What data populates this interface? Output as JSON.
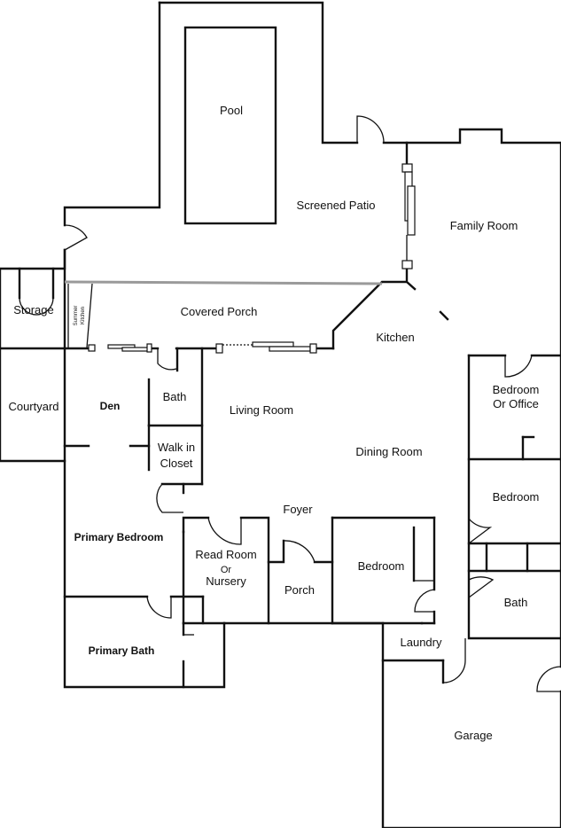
{
  "rooms": {
    "pool": "Pool",
    "screened_patio": "Screened Patio",
    "family_room": "Family Room",
    "storage": "Storage",
    "summer_kitchen": [
      "Summer",
      "Kitchen"
    ],
    "covered_porch": "Covered Porch",
    "kitchen": "Kitchen",
    "courtyard": "Courtyard",
    "den": "Den",
    "bath_den": "Bath",
    "living_room": "Living Room",
    "bedroom_office": [
      "Bedroom",
      "Or Office"
    ],
    "walk_in_closet": [
      "Walk in",
      "Closet"
    ],
    "dining_room": "Dining Room",
    "bedroom_right": "Bedroom",
    "foyer": "Foyer",
    "primary_bedroom": "Primary Bedroom",
    "read_room": [
      "Read Room",
      "Or",
      "Nursery"
    ],
    "bedroom_center": "Bedroom",
    "porch": "Porch",
    "bath_right": "Bath",
    "laundry": "Laundry",
    "primary_bath": "Primary Bath",
    "garage": "Garage"
  }
}
